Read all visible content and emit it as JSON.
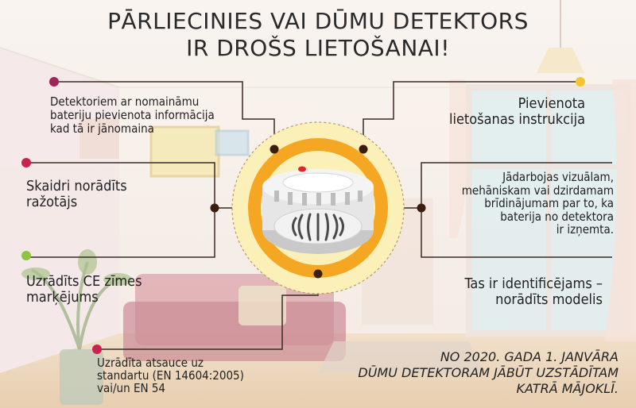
{
  "title": {
    "line1": "PĀRLIECINIES VAI DŪMU DETEKTORS",
    "line2": "IR DROŠS LIETOŠANAI!"
  },
  "items": {
    "battery": {
      "line1": "Detektoriem ar nomaināmu",
      "line2": "bateriju pievienota informācija",
      "line3": "kad tā ir jānomaina",
      "dot_color": "#a0245a"
    },
    "instructions": {
      "line1": "Pievienota",
      "line2": "lietošanas instrukcija",
      "dot_color": "#f2c531"
    },
    "manufacturer": {
      "line1": "Skaidri norādīts",
      "line2": "ražotājs",
      "dot_color": "#c8234d"
    },
    "signal": {
      "line1": "Jādarbojas vizuālam,",
      "line2": "mehāniskam vai dzirdamam",
      "line3": "brīdinājumam par to, ka",
      "line4": "baterija no detektora",
      "line5": "ir izņemta."
    },
    "ce_mark": {
      "line1": "Uzrādīts CE zīmes",
      "line2": "marķējums",
      "dot_color": "#8cc63f"
    },
    "model": {
      "line1": "Tas ir identificējams –",
      "line2": "norādīts modelis"
    },
    "standard": {
      "line1": "Uzrādīta atsauce uz",
      "line2": "standartu (EN 14604:2005)",
      "line3": "vai/un EN 54",
      "dot_color": "#c8234d"
    }
  },
  "note": {
    "line1": "NO 2020. GADA 1. JANVĀRA",
    "line2": "DŪMU DETEKTORAM JĀBŪT UZSTĀDĪTAM",
    "line3": "KATRĀ MĀJOKLĪ."
  },
  "colors": {
    "line": "#3a2a22",
    "node": "#3b1e10",
    "orange_ring": "#f5a623",
    "outer_circle": "#fbf1b8",
    "led": "#e0252b"
  }
}
